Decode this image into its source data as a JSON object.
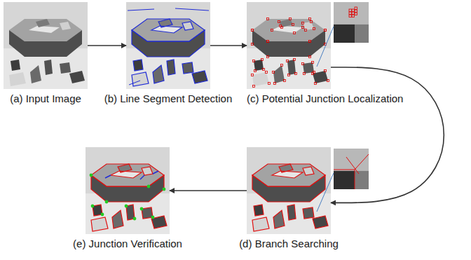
{
  "diagram": {
    "nodes": [
      {
        "text": [
          "(a) Input Image"
        ]
      },
      {
        "text": [
          "(b) Line Segment Detection"
        ]
      },
      {
        "text": [
          "(c) Potential Junction Localization"
        ]
      },
      {
        "text": [
          "(d) Branch Searching"
        ]
      },
      {
        "text": [
          "(e) Junction Verification"
        ]
      }
    ],
    "edges": [
      {
        "from": 0,
        "to": 1,
        "arrow": "to"
      },
      {
        "from": 1,
        "to": 2,
        "arrow": "to"
      },
      {
        "from": 2,
        "to": 3,
        "arrow": "to"
      },
      {
        "from": 3,
        "to": 4,
        "arrow": "to"
      }
    ]
  }
}
